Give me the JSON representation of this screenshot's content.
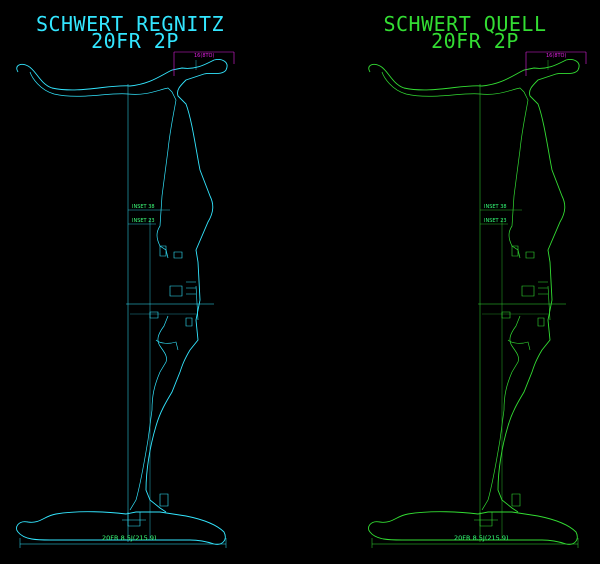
{
  "panels": [
    {
      "id": "regnitz",
      "title_line1": "SCHWERT REGNITZ",
      "title_line2": "20FR 2P",
      "color": "#33e6ff",
      "dim_color": "#3cff7a",
      "magenta": "#e020e0",
      "top_dim_label": "16(8TO)",
      "inset38_label": "INSET 38",
      "inset23_label": "INSET 23",
      "bottom_dim_label": "20FR 8.5J(215.9)"
    },
    {
      "id": "quell",
      "title_line1": "SCHWERT QUELL",
      "title_line2": "20FR 2P",
      "color": "#33dd33",
      "dim_color": "#33ff77",
      "magenta": "#e020e0",
      "top_dim_label": "16(8TO)",
      "inset38_label": "INSET 38",
      "inset23_label": "INSET 23",
      "bottom_dim_label": "20FR 8.5J(215.9)"
    }
  ]
}
